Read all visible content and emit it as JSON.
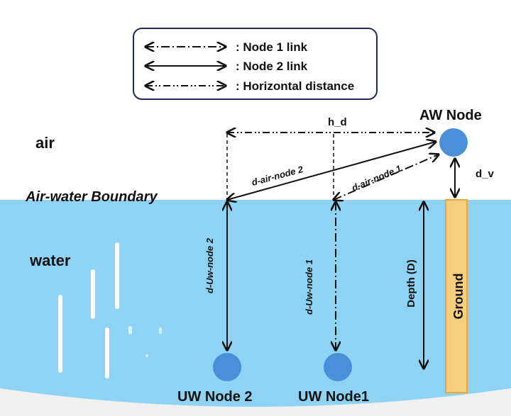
{
  "legend": {
    "items": [
      {
        "line": "dash-dot",
        "label": ": Node 1 link"
      },
      {
        "line": "solid",
        "label": ": Node 2 link"
      },
      {
        "line": "dash-dot-dot",
        "label": ": Horizontal distance"
      }
    ]
  },
  "regions": {
    "air": "air",
    "boundary": "Air-water Boundary",
    "water": "water",
    "ground": "Ground"
  },
  "nodes": {
    "aw": "AW Node",
    "uw2": "UW Node 2",
    "uw1": "UW Node1"
  },
  "links": {
    "h_d": "h_d",
    "d_v": "d_v",
    "d_air_node_2": "d-air-node 2",
    "d_air_node_1": "d-air-node 1",
    "d_uw_node_2": "d-Uw-node 2",
    "d_uw_node_1": "d-Uw-node 1",
    "depth": "Depth (D)"
  },
  "colors": {
    "water": "#8fd3f4",
    "node": "#4a90d9",
    "ground_fill": "#f7cf7f",
    "ground_stroke": "#e8a93a",
    "legend_border": "#1f2a5a"
  }
}
